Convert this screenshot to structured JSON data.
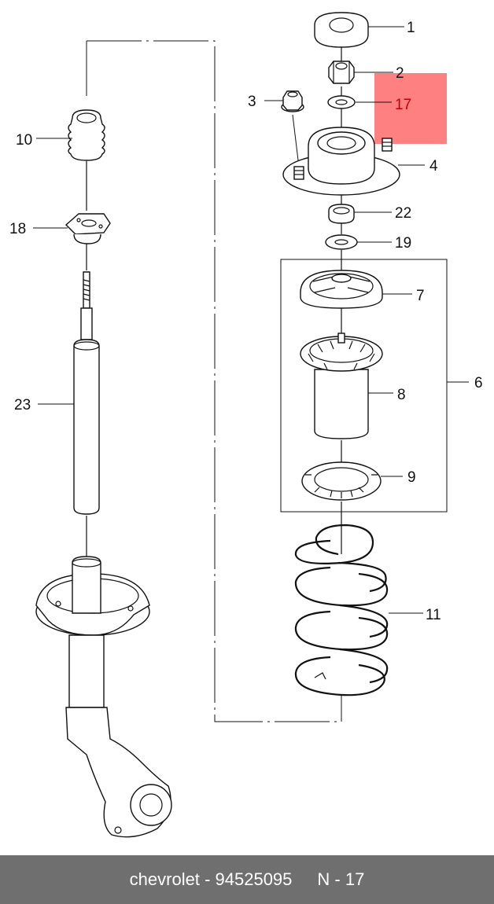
{
  "callouts": [
    {
      "id": "c1",
      "text": "1"
    },
    {
      "id": "c2",
      "text": "2"
    },
    {
      "id": "c3",
      "text": "3"
    },
    {
      "id": "c17",
      "text": "17",
      "highlighted": true
    },
    {
      "id": "c4",
      "text": "4"
    },
    {
      "id": "c22",
      "text": "22"
    },
    {
      "id": "c19",
      "text": "19"
    },
    {
      "id": "c7",
      "text": "7"
    },
    {
      "id": "c6",
      "text": "6"
    },
    {
      "id": "c8",
      "text": "8"
    },
    {
      "id": "c9",
      "text": "9"
    },
    {
      "id": "c11",
      "text": "11"
    },
    {
      "id": "c10",
      "text": "10"
    },
    {
      "id": "c18",
      "text": "18"
    },
    {
      "id": "c23",
      "text": "23"
    }
  ],
  "highlight": {
    "color": "#ff8080",
    "label_color": "#c0000a"
  },
  "footer": {
    "brand": "chevrolet",
    "separator": "-",
    "part_number": "94525095",
    "page_ref": "N - 17",
    "background": "#6f6f6f"
  }
}
